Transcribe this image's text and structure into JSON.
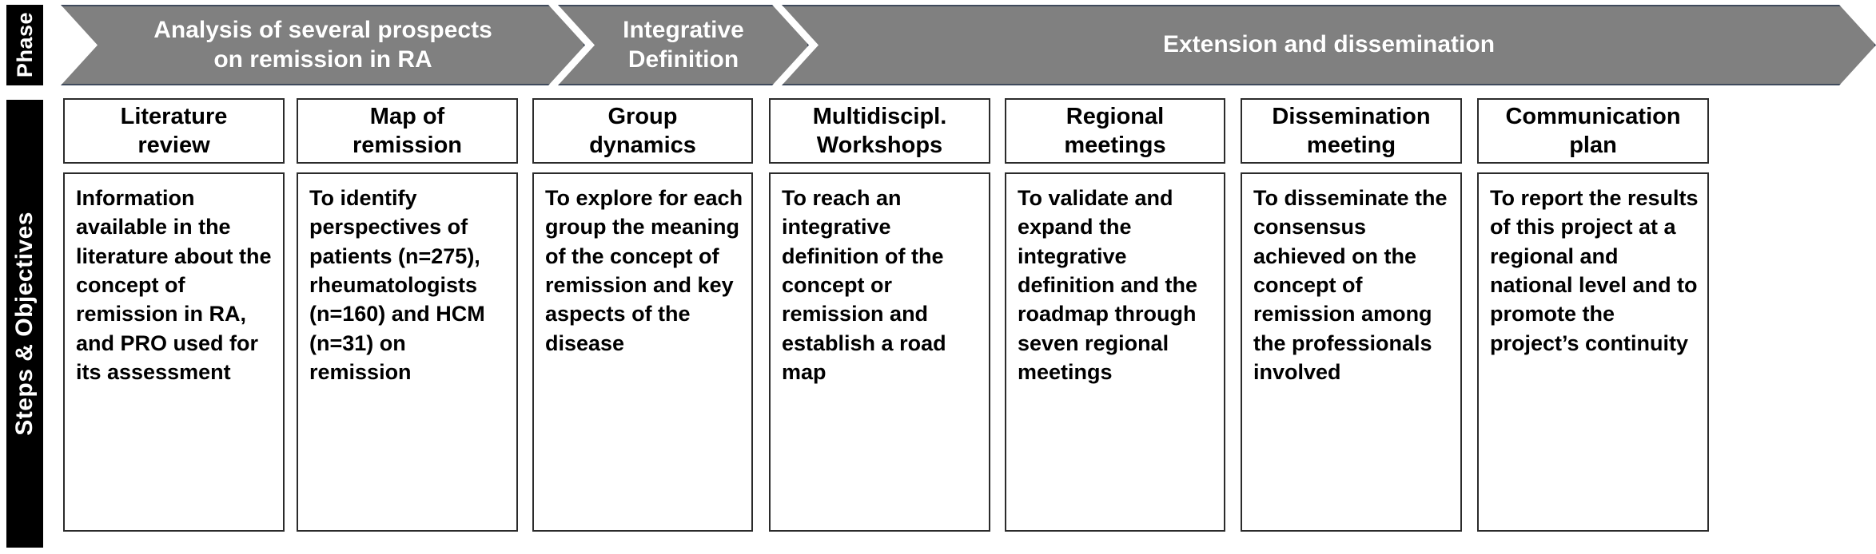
{
  "row_labels": {
    "phase": "Phase",
    "steps": "Steps & Objectives"
  },
  "colors": {
    "chevron_fill": "#808080",
    "chevron_border": "#3f4a5c",
    "label_bar": "#000000",
    "box_border": "#2b2b2b",
    "box_fill": "#ffffff",
    "text_dark": "#000000",
    "text_light": "#ffffff"
  },
  "phases": [
    {
      "id": "phase-analysis",
      "label": "Analysis of several prospects\non remission in RA"
    },
    {
      "id": "phase-integrative-definition",
      "label": "Integrative\nDefinition"
    },
    {
      "id": "phase-extension-dissemination",
      "label": "Extension and dissemination"
    }
  ],
  "steps": [
    {
      "id": "step-literature-review",
      "title": "Literature\nreview",
      "body": "Information available in the literature about the concept of remission in RA, and PRO used for its assessment"
    },
    {
      "id": "step-map-of-remission",
      "title": "Map of\nremission",
      "body": "To identify perspectives of patients (n=275), rheumatologists (n=160) and HCM (n=31) on remission"
    },
    {
      "id": "step-group-dynamics",
      "title": "Group\ndynamics",
      "body": "To explore for each group the meaning of the concept of remission and key aspects of the disease"
    },
    {
      "id": "step-multidisciplinary-workshops",
      "title": "Multidiscipl.\nWorkshops",
      "body": "To reach an integrative definition of the concept or remission and establish a road map"
    },
    {
      "id": "step-regional-meetings",
      "title": "Regional\nmeetings",
      "body": "To validate and expand the integrative definition and the roadmap through seven regional meetings"
    },
    {
      "id": "step-dissemination-meeting",
      "title": "Dissemination\nmeeting",
      "body": "To disseminate the consensus achieved on the concept of remission among the professionals involved"
    },
    {
      "id": "step-communication-plan",
      "title": "Communication\nplan",
      "body": "To report the results of this project at a regional and national level and to promote the project’s continuity"
    }
  ]
}
